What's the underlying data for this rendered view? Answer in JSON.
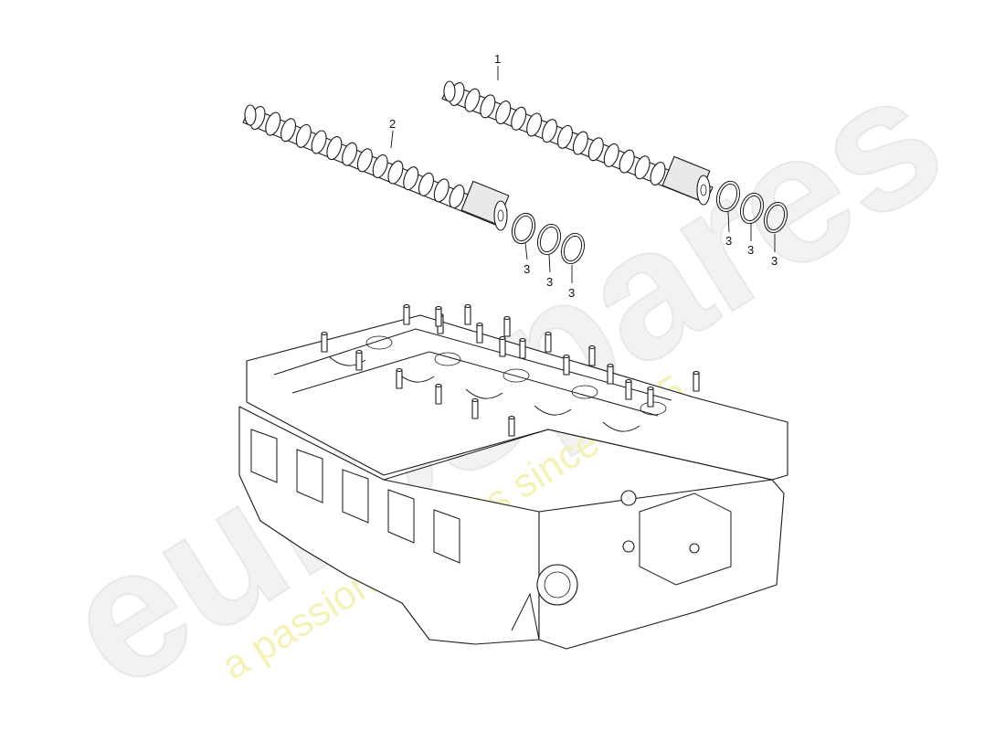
{
  "diagram": {
    "callouts": [
      {
        "id": "1"
      },
      {
        "id": "2"
      },
      {
        "id": "3"
      }
    ],
    "parts": [
      {
        "callout": "1",
        "name": "camshaft (exhaust)"
      },
      {
        "callout": "2",
        "name": "camshaft (intake)"
      },
      {
        "callout": "3",
        "name": "sealing ring"
      },
      {
        "name": "cylinder head"
      }
    ]
  },
  "watermark": {
    "brand": "eurospares",
    "tagline": "a passion for parts since 1985",
    "colors": {
      "brand": "#e6e6e6",
      "tagline": "#f3f1b0"
    }
  }
}
